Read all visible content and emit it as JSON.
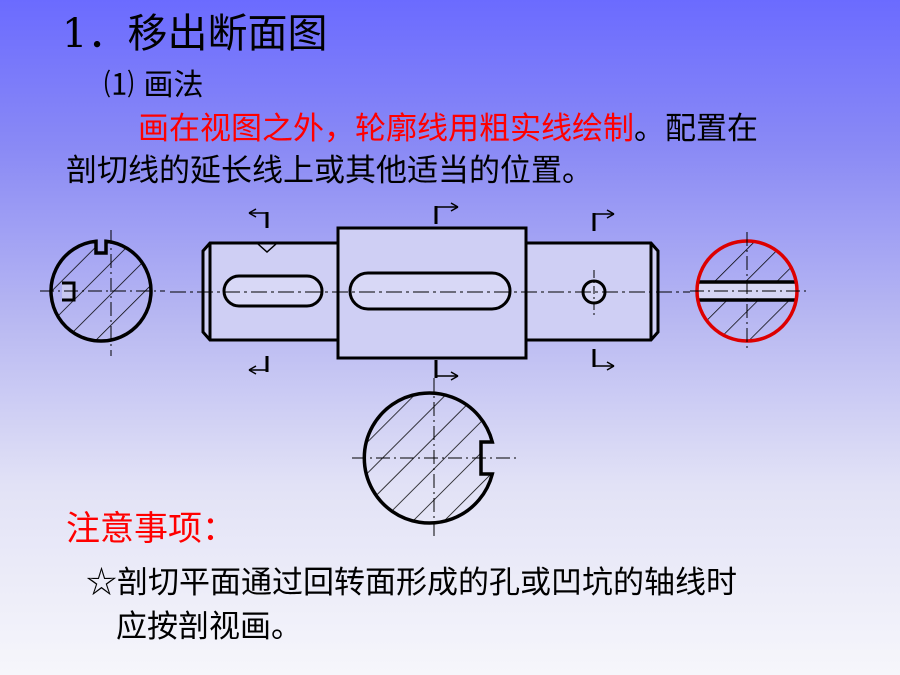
{
  "heading": {
    "title": "1．移出断面图",
    "subtitle": "⑴ 画法"
  },
  "body_text": {
    "red_part": "画在视图之外，轮廓线用粗实线绘制",
    "black_part": "。配置在",
    "line2": "剖切线的延长线上或其他适当的位置。"
  },
  "notes": {
    "title": "注意事项：",
    "item1_line1": "☆剖切平面通过回转面形成的孔或凹坑的轴线时",
    "item1_line2": "应按剖视画。"
  },
  "colors": {
    "highlight_red": "#ff0000",
    "drawing_line": "#000000",
    "section_circle_highlight": "#dd0000"
  }
}
